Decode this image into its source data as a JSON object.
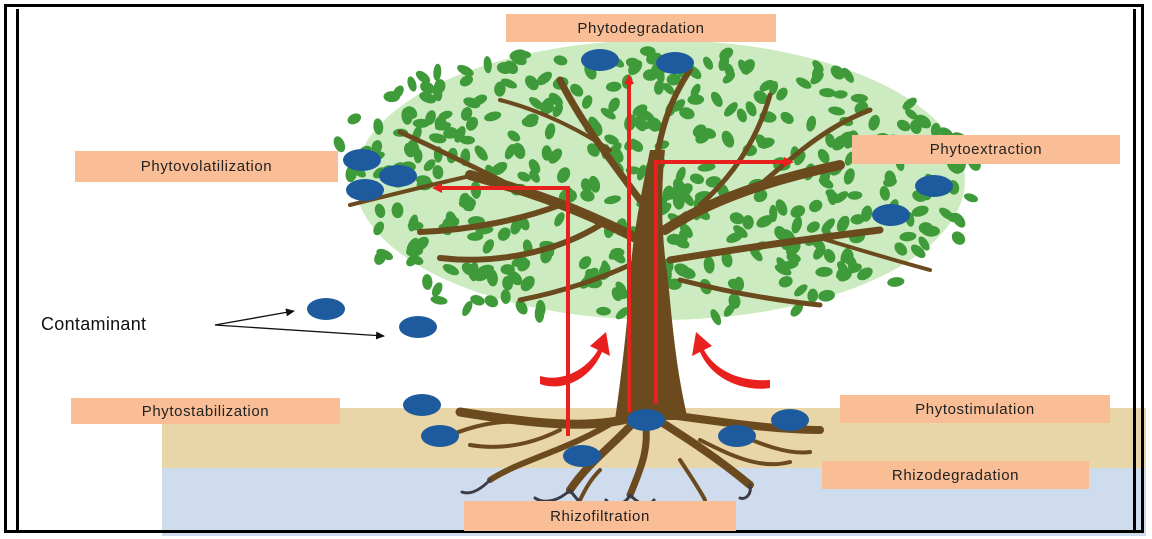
{
  "labels": {
    "phytodegradation": "Phytodegradation",
    "phytovolatilization": "Phytovolatilization",
    "phytoextraction": "Phytoextraction",
    "phytostabilization": "Phytostabilization",
    "phytostimulation": "Phytostimulation",
    "rhizodegradation": "Rhizodegradation",
    "rhizofiltration": "Rhizofiltration",
    "contaminant": "Contaminant"
  },
  "colors": {
    "label_fill": "#f9be95",
    "canopy": "#cdebc0",
    "leaf": "#3f9a3a",
    "trunk": "#6b4a1e",
    "soil_top": "#e8d5a8",
    "soil_bottom": "#cfdcee",
    "contaminant": "#1e5b9e",
    "arrow": "#e8201e"
  },
  "icons": [
    "contaminant-particle-icon",
    "tree-illustration",
    "process-arrow-icon"
  ]
}
